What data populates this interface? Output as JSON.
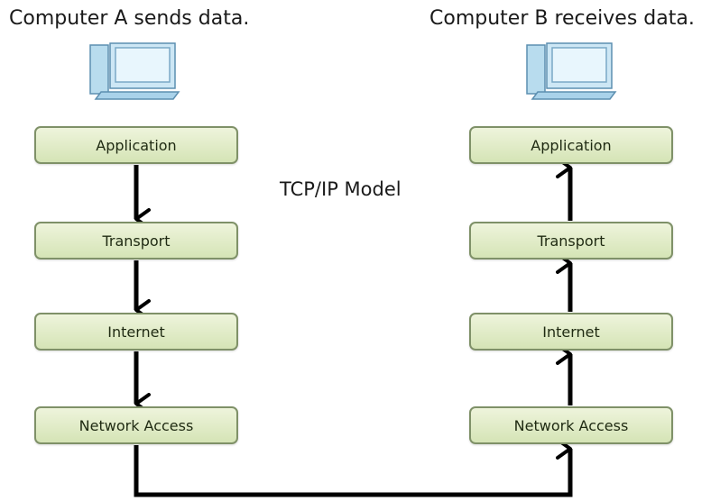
{
  "computer_a": {
    "caption": "Computer A sends data.",
    "icon": "desktop-computer-icon",
    "layers": [
      "Application",
      "Transport",
      "Internet",
      "Network Access"
    ]
  },
  "computer_b": {
    "caption": "Computer B receives data.",
    "icon": "desktop-computer-icon",
    "layers": [
      "Application",
      "Transport",
      "Internet",
      "Network Access"
    ]
  },
  "model_title": "TCP/IP Model",
  "colors": {
    "layer_fill_top": "#eef4dc",
    "layer_fill_bottom": "#d5e4b6",
    "layer_border": "#7f9168",
    "arrow": "#000000"
  }
}
